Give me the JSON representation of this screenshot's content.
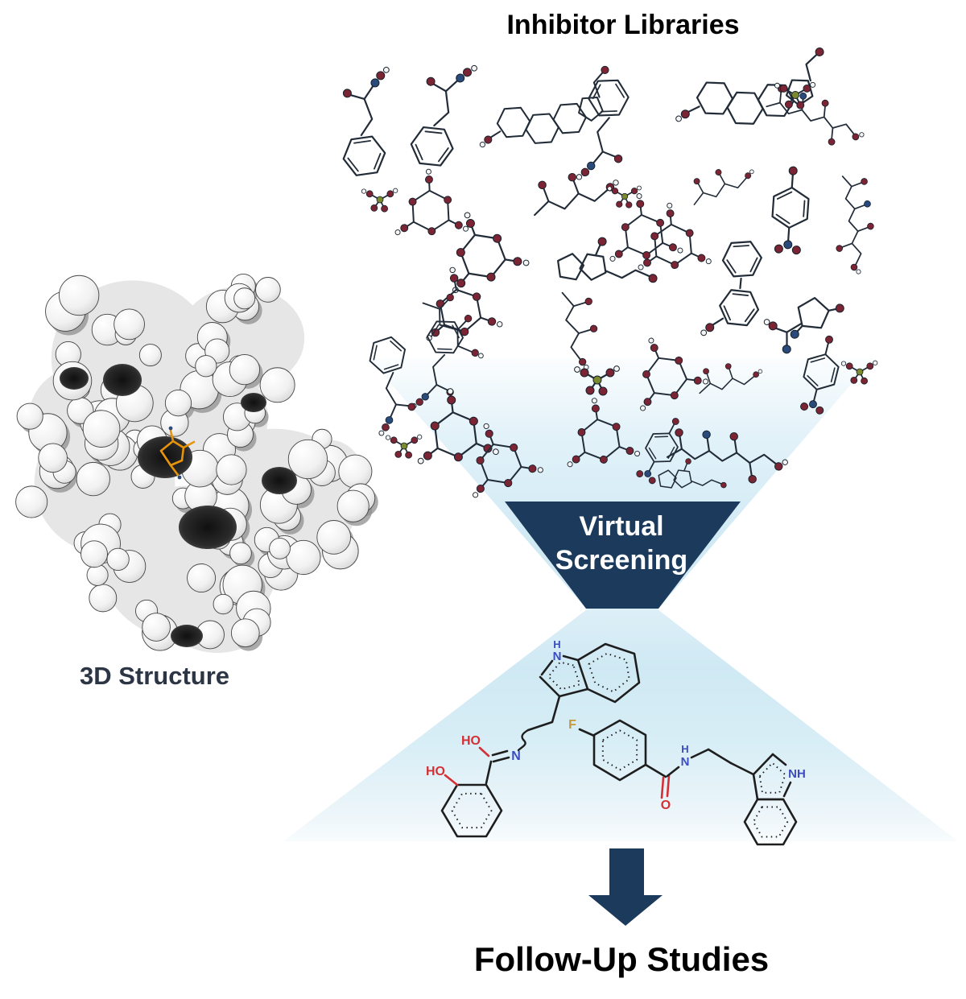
{
  "figure": {
    "title": "Inhibitor Libraries",
    "funnel_label": {
      "line1": "Virtual",
      "line2": "Screening"
    },
    "protein_label": "3D Structure",
    "outcome_label": "Follow-Up Studies"
  },
  "hit_compounds": {
    "left": {
      "atom_labels": {
        "indole_h": "H",
        "indole_n": "N",
        "amidine_ho": "HO",
        "imine_n": "N",
        "phenol_ho": "HO"
      }
    },
    "right": {
      "atom_labels": {
        "fluorine": "F",
        "carbonyl_o": "O",
        "amide_h": "H",
        "amide_n": "N",
        "indole_nh": "NH"
      }
    }
  },
  "colors": {
    "navy": "#1c3a5c",
    "funnel_blue": "#cfe9f4",
    "funnel_blue_light": "#e9f5fa",
    "funnel_blue_faint": "#f7fbfd",
    "oxygen_label_red": "#d42f35",
    "nitrogen_label_blue": "#3b4cc0",
    "fluorine_label_amber": "#c49738",
    "bond_black": "#1e1e1e",
    "library_bond": "#222c38",
    "atom_oxygen_maroon": "#7b2433",
    "atom_nitrogen_navy": "#2a4a7b",
    "atom_phosphorus_olive": "#7c8a2e",
    "atom_hydrogen_white": "#f5f5f5",
    "ligand_orange": "#e8940a",
    "protein_pocket_dark": "#1c1c1c",
    "label_slate": "#2b3544",
    "text_black": "#000000"
  }
}
